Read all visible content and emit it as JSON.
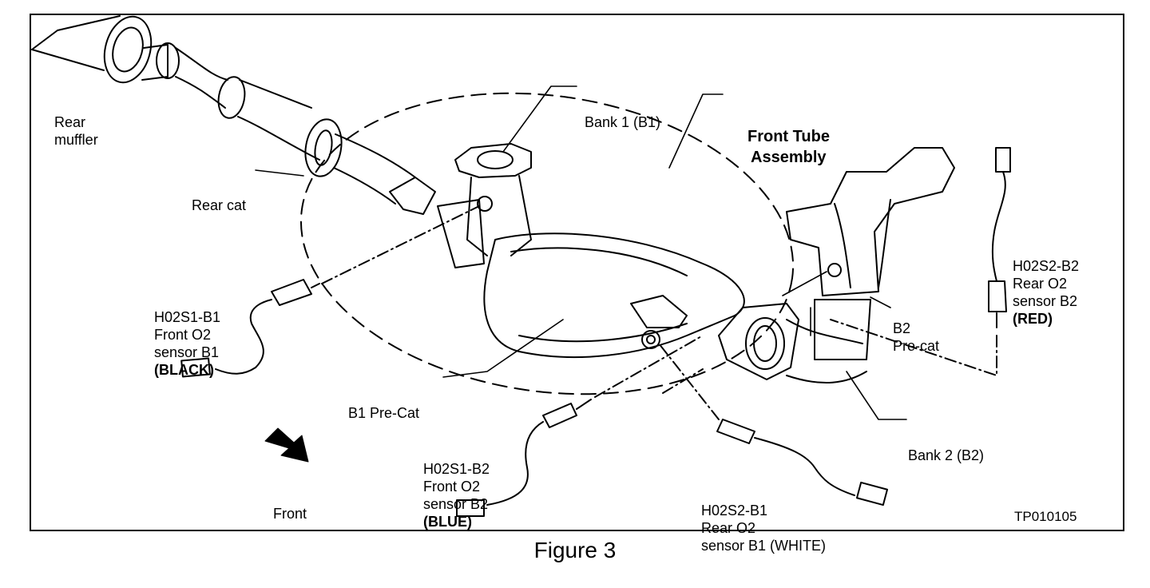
{
  "figure_caption": "Figure 3",
  "drawing_code": "TP010105",
  "labels": {
    "rear_muffler": [
      "Rear",
      "muffler"
    ],
    "rear_cat": "Rear cat",
    "bank1": "Bank 1 (B1)",
    "front_tube": [
      "Front Tube",
      "Assembly"
    ],
    "b2_precat": [
      "B2",
      "Pre-cat"
    ],
    "b1_precat": "B1 Pre-Cat",
    "bank2": "Bank 2 (B2)",
    "front": "Front"
  },
  "sensors": {
    "h02s1_b1": [
      "H02S1-B1",
      "Front O2",
      "sensor B1",
      "(BLACK)"
    ],
    "h02s1_b2": [
      "H02S1-B2",
      "Front O2",
      "sensor B2",
      "(BLUE)"
    ],
    "h02s2_b1": [
      "H02S2-B1",
      "Rear O2",
      "sensor B1 (WHITE)"
    ],
    "h02s2_b2": [
      "H02S2-B2",
      "Rear O2",
      "sensor B2",
      "(RED)"
    ]
  }
}
